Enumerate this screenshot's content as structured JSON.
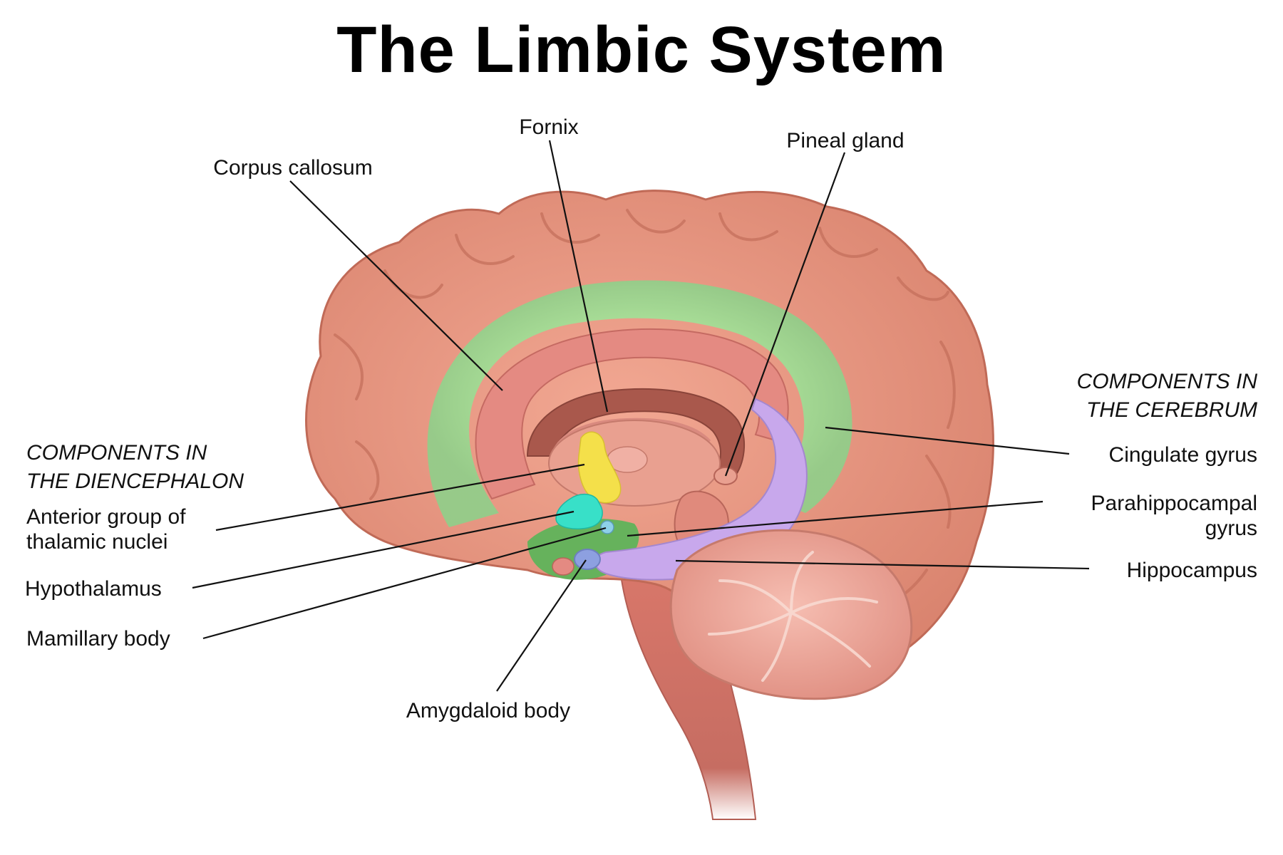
{
  "title": "The Limbic System",
  "groups": {
    "diencephalon": [
      "COMPONENTS IN",
      "THE DIENCEPHALON"
    ],
    "cerebrum": [
      "COMPONENTS IN",
      "THE CEREBRUM"
    ]
  },
  "labels": {
    "fornix": "Fornix",
    "pineal_gland": "Pineal gland",
    "corpus_callosum": "Corpus callosum",
    "anterior_thalamic": [
      "Anterior group of",
      "thalamic nuclei"
    ],
    "hypothalamus": "Hypothalamus",
    "mamillary_body": "Mamillary body",
    "amygdaloid_body": "Amygdaloid body",
    "cingulate_gyrus": "Cingulate gyrus",
    "parahippocampal_gyrus": [
      "Parahippocampal",
      "gyrus"
    ],
    "hippocampus": "Hippocampus"
  },
  "colors": {
    "cortex": "#e8957f",
    "cortex_dark": "#c9705c",
    "cingulate": "#9fe39a",
    "corpus_callosum": "#e48a82",
    "fornix": "#a9584c",
    "hippocampus": "#c8a8ec",
    "thalamic_nuclei": "#f4e04a",
    "hypothalamus": "#38e0c8",
    "parahippocampal": "#5fb35a",
    "amygdala": "#8da0e0",
    "cerebellum": "#f0a89c",
    "brainstem": "#d9776a"
  }
}
